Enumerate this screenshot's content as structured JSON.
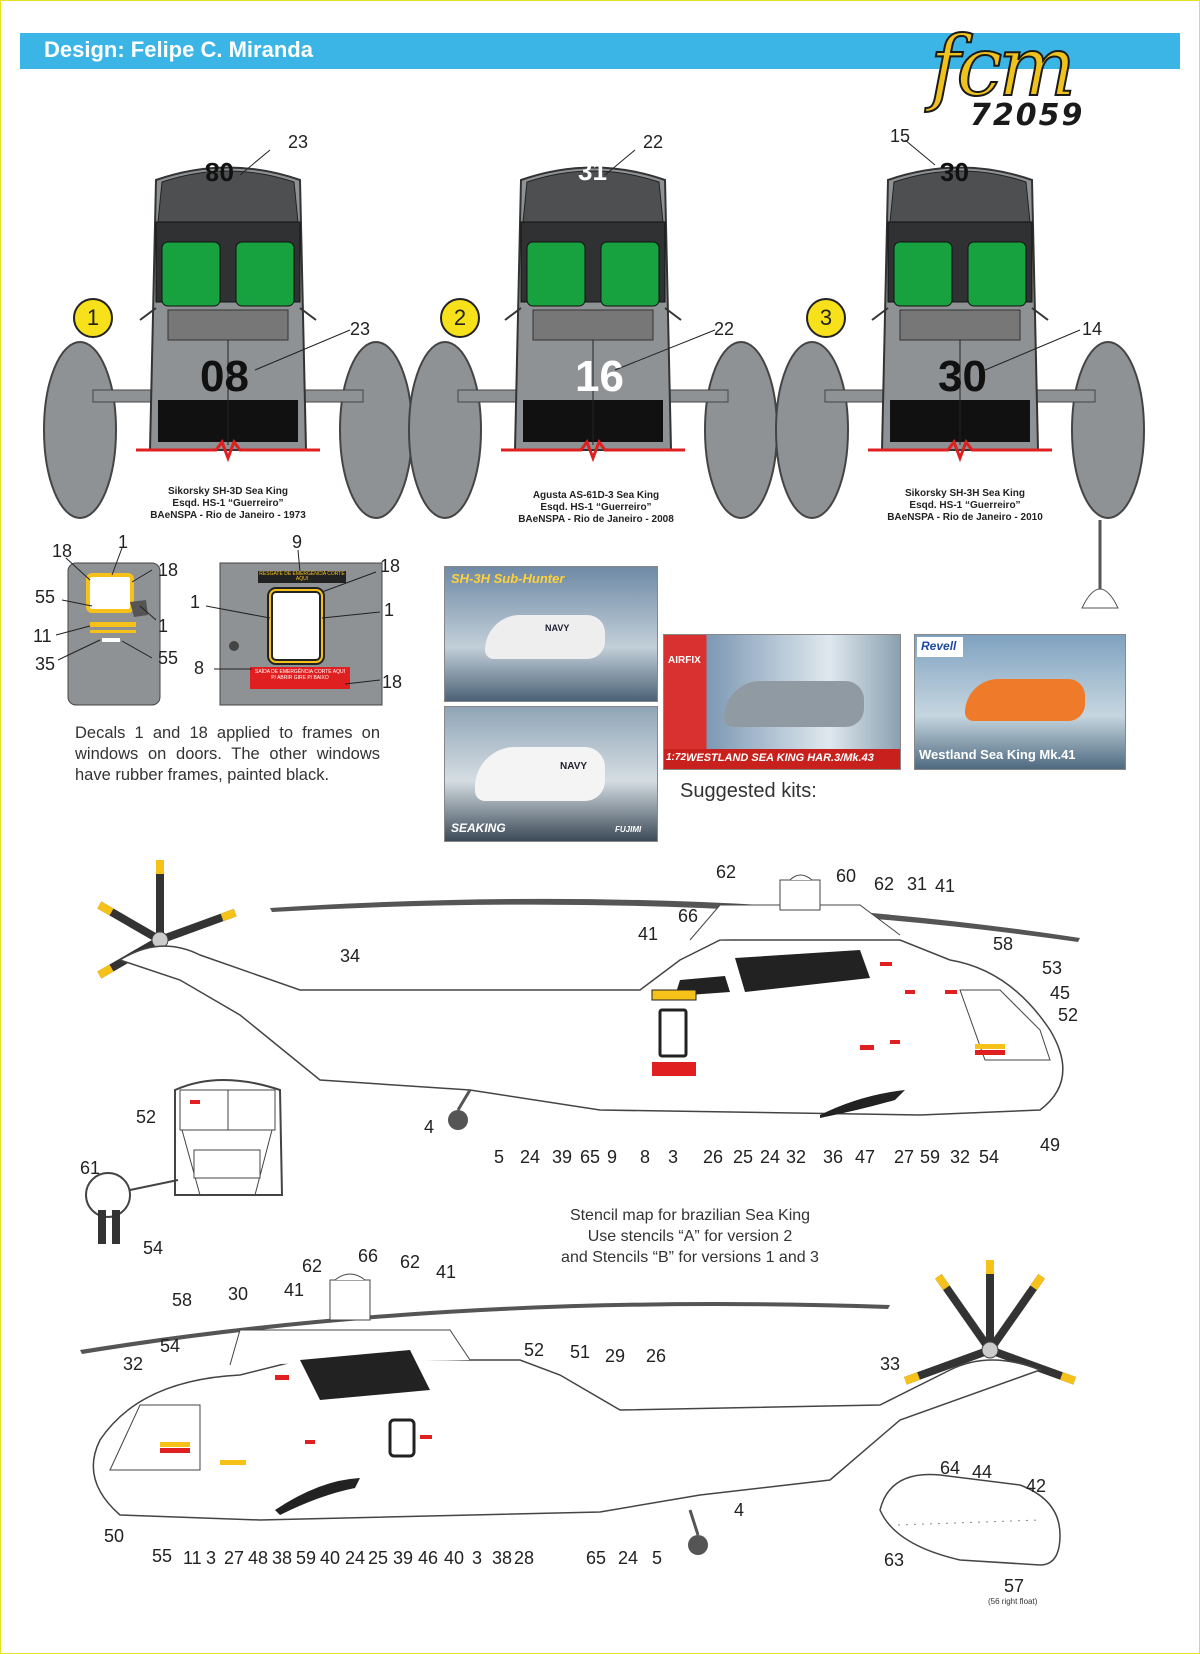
{
  "header": {
    "title": "Design: Felipe C. Miranda",
    "logo_text": "fcm",
    "code": "72059"
  },
  "versions": [
    {
      "num": "1",
      "nose_num": "80",
      "front_num": "08",
      "nose_callout": "23",
      "front_callout": "23",
      "caption": [
        "Sikorsky SH-3D Sea King",
        "Esqd. HS-1 “Guerreiro”",
        "BAeNSPA - Rio de Janeiro - 1973"
      ]
    },
    {
      "num": "2",
      "nose_num": "31",
      "front_num": "16",
      "nose_callout": "22",
      "front_callout": "22",
      "caption": [
        "Agusta AS-61D-3 Sea King",
        "Esqd. HS-1 “Guerreiro”",
        "BAeNSPA - Rio de Janeiro - 2008"
      ]
    },
    {
      "num": "3",
      "nose_num": "30",
      "front_num": "30",
      "nose_callout": "15",
      "front_callout": "14",
      "caption": [
        "Sikorsky SH-3H Sea King",
        "Esqd. HS-1 “Guerreiro”",
        "BAeNSPA - Rio de Janeiro - 2010"
      ]
    }
  ],
  "door_small_labels": [
    "18",
    "1",
    "18",
    "55",
    "1",
    "11",
    "35",
    "55"
  ],
  "door_large_labels": [
    "9",
    "18",
    "1",
    "1",
    "8",
    "18"
  ],
  "door_large_texts": [
    "RESGATE DE EMERGÊNCIA CORTE AQUI",
    "SAÍDA DE EMERGÊNCIA CORTE AQUI P/ ABRIR GIRE P/ BAIXO"
  ],
  "door_note": "Decals 1 and 18 applied to frames on windows on doors. The other windows have rubber frames, painted black.",
  "kits": {
    "title": "Suggested kits:",
    "box1_title": "SH-3H Sub-Hunter",
    "box2_title": "SEAKING",
    "box2_brand": "FUJIMI",
    "box3_brand": "AIRFIX",
    "box3_title": "WESTLAND SEA KING HAR.3/Mk.43",
    "box3_scale": "1:72",
    "box4_brand": "Revell",
    "box4_title": "Westland Sea King Mk.41",
    "navy": "NAVY"
  },
  "stencil_text": [
    "Stencil map for brazilian Sea King",
    "Use stencils “A” for version 2",
    "and Stencils “B” for versions 1 and 3"
  ],
  "side1_labels": [
    "62",
    "60",
    "62",
    "31",
    "41",
    "66",
    "41",
    "58",
    "34",
    "53",
    "45",
    "52",
    "4",
    "5",
    "24",
    "39",
    "65",
    "9",
    "8",
    "3",
    "26",
    "25",
    "24",
    "32",
    "36",
    "47",
    "27",
    "59",
    "32",
    "54",
    "49"
  ],
  "front_view_labels": [
    "52",
    "61",
    "54"
  ],
  "side2_labels": [
    "62",
    "66",
    "62",
    "41",
    "30",
    "41",
    "58",
    "54",
    "32",
    "52",
    "51",
    "29",
    "26",
    "33",
    "4",
    "50",
    "55",
    "11",
    "3",
    "27",
    "48",
    "38",
    "59",
    "40",
    "24",
    "25",
    "39",
    "46",
    "40",
    "3",
    "38",
    "28",
    "65",
    "24",
    "5"
  ],
  "float_labels": [
    "64",
    "44",
    "42",
    "63",
    "57"
  ],
  "float_note": "(56 right float)",
  "colors": {
    "banner": "#3bb4e6",
    "gray": "#8e9294",
    "dark_gray": "#4d4f51",
    "glass": "#17a23f",
    "badge": "#f6e11a",
    "red": "#e02020"
  }
}
